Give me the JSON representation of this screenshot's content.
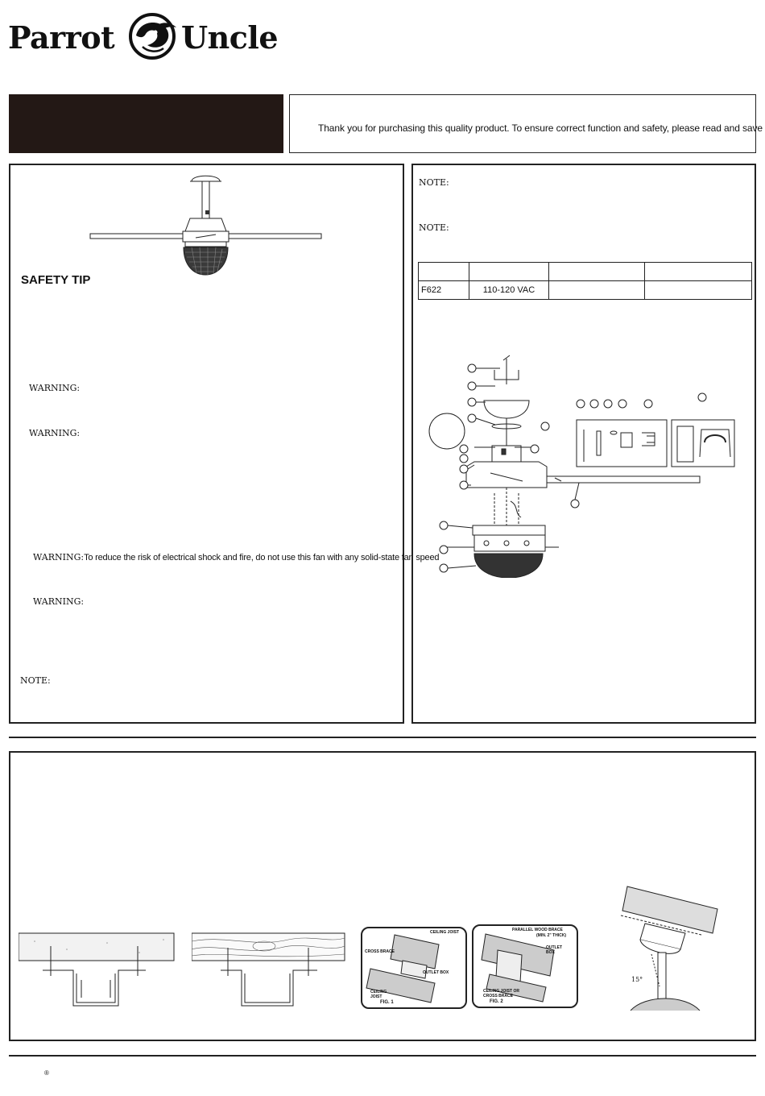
{
  "brand": {
    "left_word": "Parrot",
    "right_word": "Uncle",
    "registered_mark": "®"
  },
  "intro": {
    "text": "Thank you for purchasing this quality product. To ensure correct function and safety, please read and save all"
  },
  "left_panel": {
    "safety_tip_title": "SAFETY TIP",
    "warnings": [
      {
        "label": "WARNING:",
        "text": ""
      },
      {
        "label": "WARNING:",
        "text": ""
      },
      {
        "label": "WARNING:",
        "text": "To reduce the risk of electrical shock and fire, do not use this fan with any solid-state fan speed"
      },
      {
        "label": "WARNING:",
        "text": ""
      }
    ],
    "note_label": "NOTE:"
  },
  "right_panel": {
    "note_labels": [
      "NOTE:",
      "NOTE:"
    ],
    "spec_table": {
      "header": [
        "",
        "",
        "",
        ""
      ],
      "row": [
        "F622",
        "110-120 VAC",
        "",
        ""
      ]
    }
  },
  "bottom_panel": {
    "fig1": {
      "ceiling_joist": "CEILING JOIST",
      "cross_brace": "CROSS BRACE",
      "outlet_box": "OUTLET BOX",
      "ceiling_joist_2": "CEILING JOIST",
      "label": "FIG. 1"
    },
    "fig2": {
      "parallel_brace": "PARALLEL WOOD BRACE",
      "min_thick": "(MIN. 2\" THICK)",
      "outlet_box": "OUTLET BOX",
      "joist_or_brace": "CEILING JOIST OR CROSS BRACE",
      "label": "FIG. 2"
    },
    "angle_label": "15°"
  }
}
